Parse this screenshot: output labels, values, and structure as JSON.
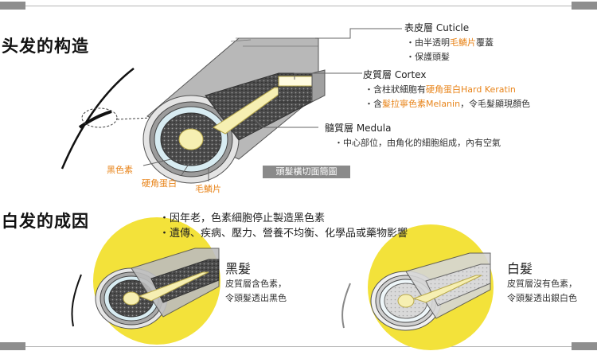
{
  "section1": {
    "title": "头发的构造"
  },
  "section2": {
    "title": "白发的成因"
  },
  "cuticle": {
    "label": "表皮層 Cuticle",
    "line1_pre": "・由半透明",
    "line1_hl": "毛鱗片",
    "line1_post": "覆蓋",
    "line2": "・保護頭髮"
  },
  "cortex": {
    "label": "皮質層 Cortex",
    "line1_pre": "・含柱狀細胞有",
    "line1_hl": "硬角蛋白Hard Keratin",
    "line2_pre": "・含",
    "line2_hl": "髮拉寧色素Melanin",
    "line2_post": "，令毛髮顯現顏色"
  },
  "medulla": {
    "label": "髓質層 Medula",
    "line1": "・中心部位，由角化的細胞組成，內有空氣"
  },
  "orange_labels": {
    "melanin": "黑色素",
    "keratin": "硬角蛋白",
    "scale": "毛鱗片"
  },
  "caption": "頭髮橫切面簡圖",
  "causes": [
    "・因年老，色素細胞停止製造黑色素",
    "・遺傳、疾病、壓力、營養不均衡、化學品或藥物影響"
  ],
  "black_hair": {
    "title": "黑髮",
    "line1": "皮質層含色素，",
    "line2": "令頭髮透出黑色"
  },
  "white_hair": {
    "title": "白髮",
    "line1": "皮質層沒有色素，",
    "line2": "令頭髮透出銀白色"
  },
  "colors": {
    "orange": "#e8841a",
    "yellow": "#f3e23a",
    "cortex_dark": "#3a3a3a",
    "medulla": "#f6efb2"
  }
}
